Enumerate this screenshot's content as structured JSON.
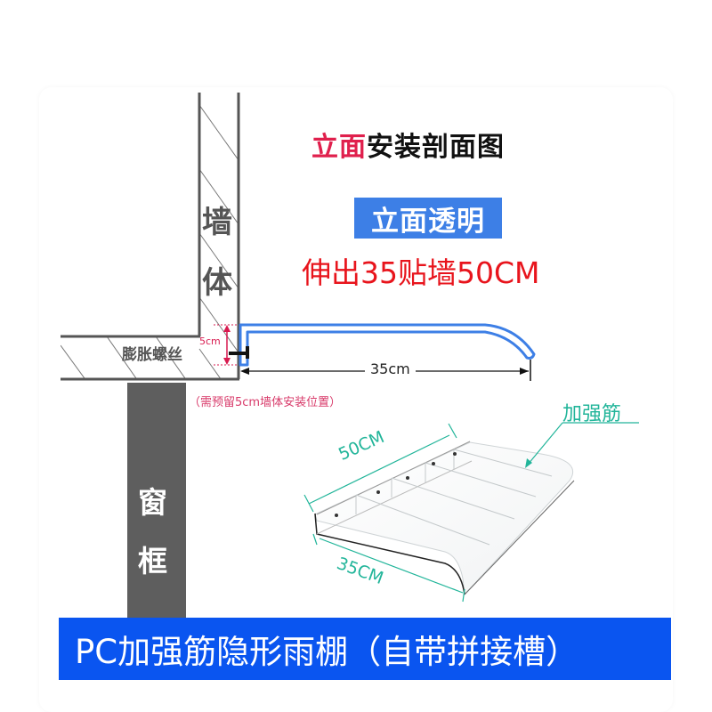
{
  "title": {
    "accent_text": "立面",
    "rest_text": "安装剖面图",
    "accent_color": "#e0204d"
  },
  "badge": {
    "label": "立面透明",
    "color": "#3d7fe6"
  },
  "spec": {
    "text": "伸出35贴墙50CM",
    "color": "#e8141c"
  },
  "wall": {
    "label_chars": [
      "墙",
      "体"
    ],
    "bolt_label": "膨胀螺丝",
    "gap_dimension": "5cm",
    "install_note": "（需预留5cm墙体安装位置）"
  },
  "canopy_section": {
    "extension_dimension": "35cm",
    "outline_color": "#3d7fe6"
  },
  "window_frame": {
    "label_chars": [
      "窗",
      "框"
    ],
    "color": "#5e5e5e"
  },
  "product_view": {
    "rib_label": "加强筋",
    "length_dimension": "50CM",
    "depth_dimension": "35CM",
    "annotation_color": "#22b59a"
  },
  "banner": {
    "text": "PC加强筋隐形雨棚（自带拼接槽）",
    "color": "#0a55f0"
  }
}
